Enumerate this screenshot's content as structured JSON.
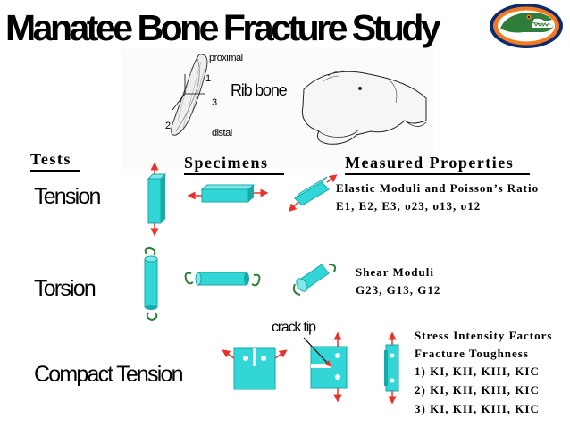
{
  "title": "Manatee Bone Fracture Study",
  "figure": {
    "rib_bone_label": "Rib bone",
    "proximal_label": "proximal",
    "distal_label": "distal",
    "axis_labels": [
      "1",
      "2",
      "3"
    ]
  },
  "headers": {
    "tests": "Tests",
    "specimens": "Specimens",
    "measured_properties": "Measured Properties"
  },
  "rows": [
    {
      "test": "Tension",
      "property_lines": [
        {
          "text": "Elastic Moduli and Poisson’s Ratio"
        },
        {
          "text": "E1, E2, E3, υ23, υ13, υ12"
        }
      ]
    },
    {
      "test": "Torsion",
      "property_lines": [
        {
          "text": "Shear Moduli"
        },
        {
          "text": "G23, G13, G12"
        }
      ]
    },
    {
      "test": "Compact Tension",
      "crack_tip_label": "crack tip",
      "property_lines": [
        {
          "text": "Stress Intensity Factors"
        },
        {
          "text": "Fracture Toughness"
        },
        {
          "text": "1) KI, KII, KIII, KIC"
        },
        {
          "text": "2) KI, KII, KIII, KIC"
        },
        {
          "text": "3) KI, KII, KIII, KIC"
        }
      ]
    }
  ],
  "colors": {
    "specimen_fill": "#33d6d6",
    "specimen_dark": "#1aa7a7",
    "arrow": "#e8322a",
    "logo_orange": "#f47a20",
    "logo_blue": "#0b2a6f",
    "logo_green": "#2f7d3a"
  }
}
